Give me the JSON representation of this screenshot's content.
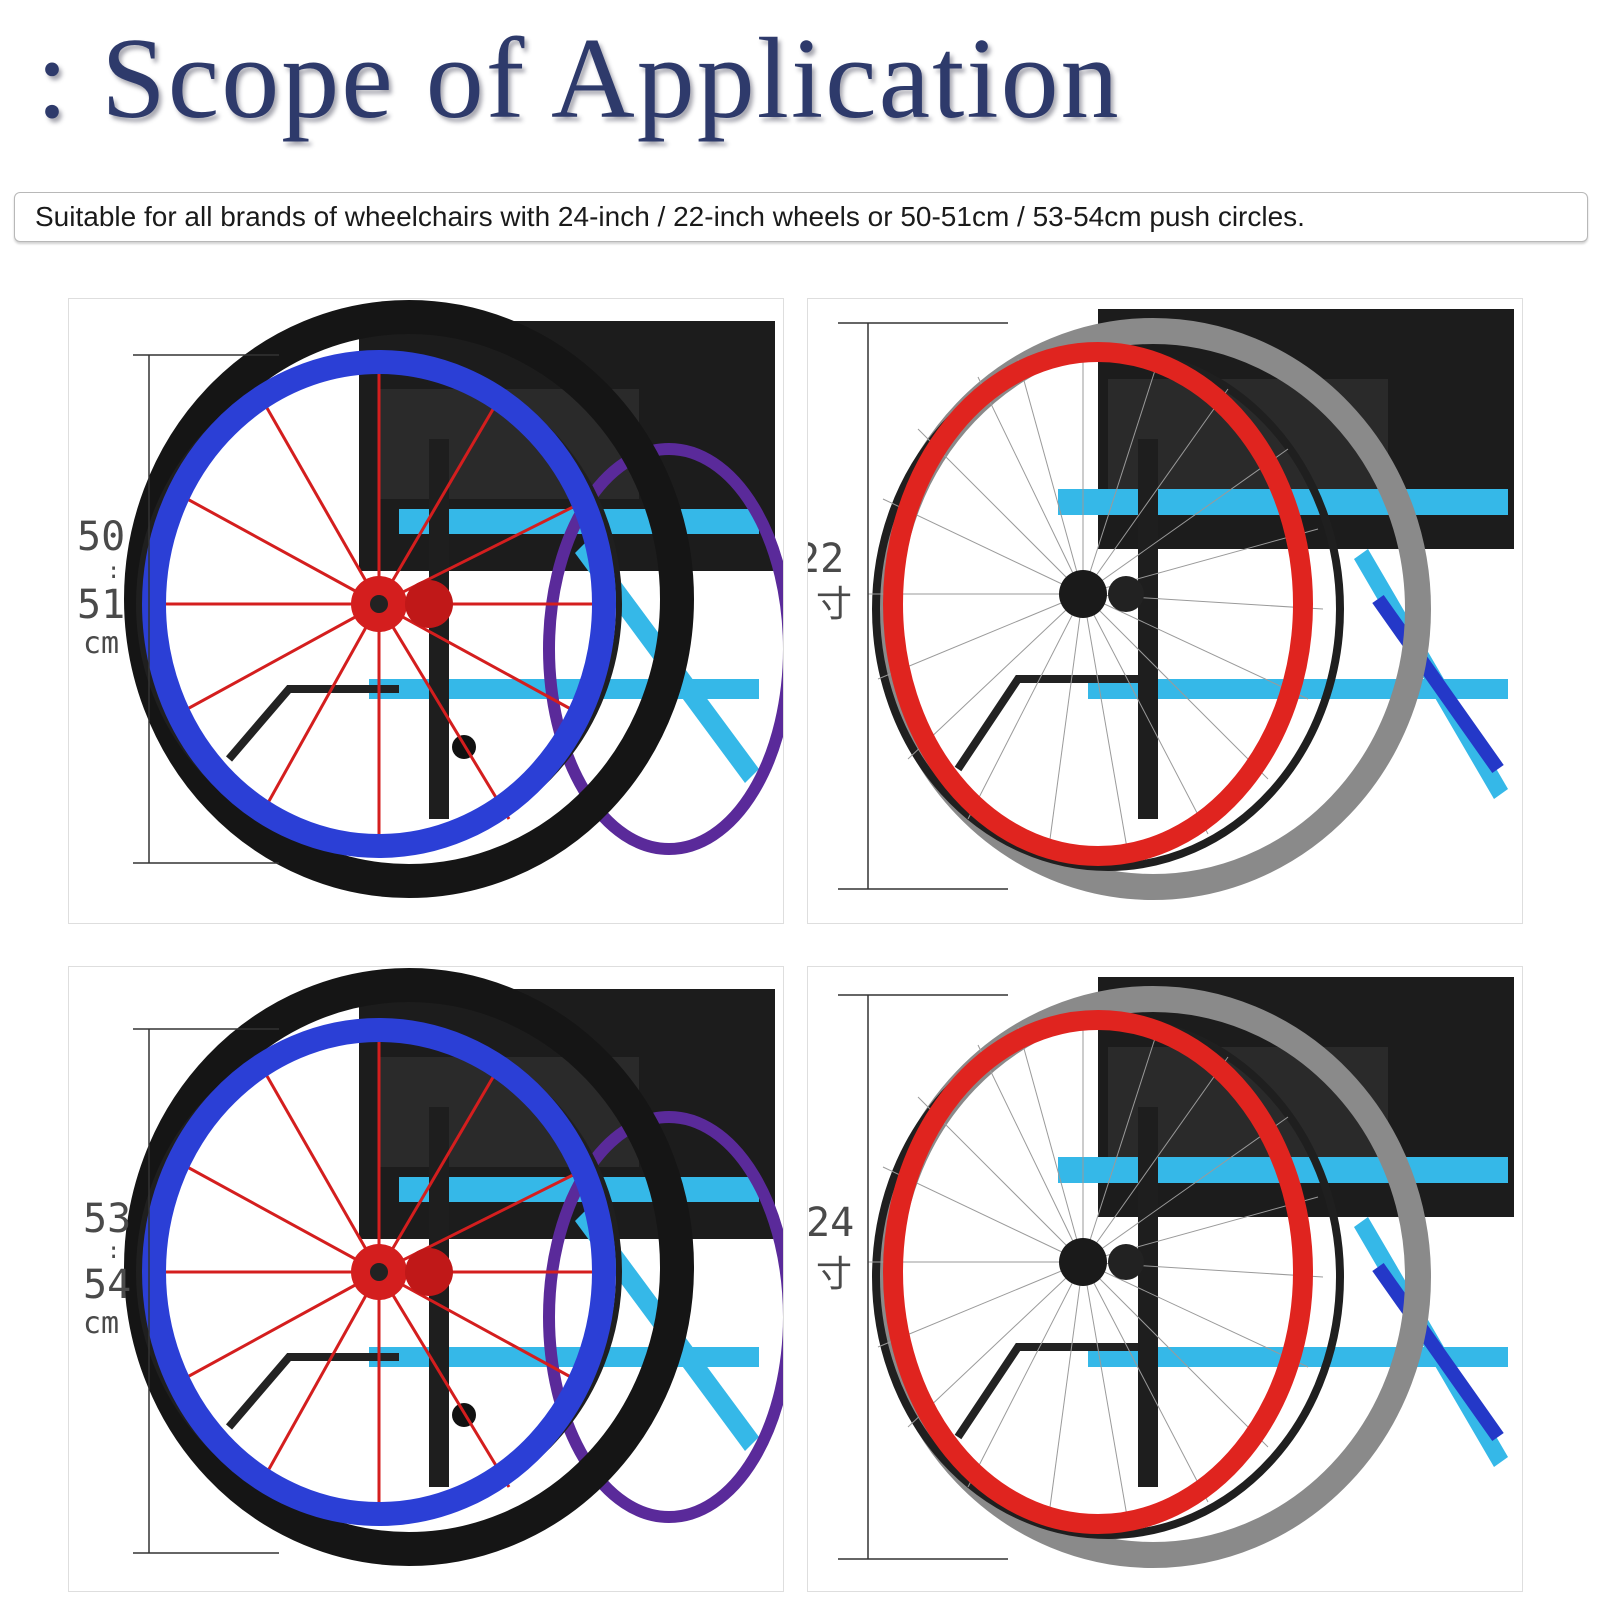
{
  "title": ": Scope of Application",
  "subtitle": "Suitable for all brands of wheelchairs with 24-inch / 22-inch wheels or 50-51cm / 53-54cm push circles.",
  "colors": {
    "title": "#2e3a6b",
    "blue_rim": "#2b3fd6",
    "red_rim": "#e0241f",
    "red_spoke": "#d41e1e",
    "frame_cyan": "#35b8e8",
    "tire_black": "#151515",
    "tire_gray": "#8a8a8a"
  },
  "panels": [
    {
      "rim": "blue",
      "dim_top": "50",
      "dim_sep": ":",
      "dim_bottom": "51",
      "dim_unit": "cm"
    },
    {
      "rim": "red",
      "dim_top": "22",
      "dim_cjk": "寸"
    },
    {
      "rim": "blue",
      "dim_top": "53",
      "dim_sep": ":",
      "dim_bottom": "54",
      "dim_unit": "cm"
    },
    {
      "rim": "red",
      "dim_top": "24",
      "dim_cjk": "寸"
    }
  ]
}
